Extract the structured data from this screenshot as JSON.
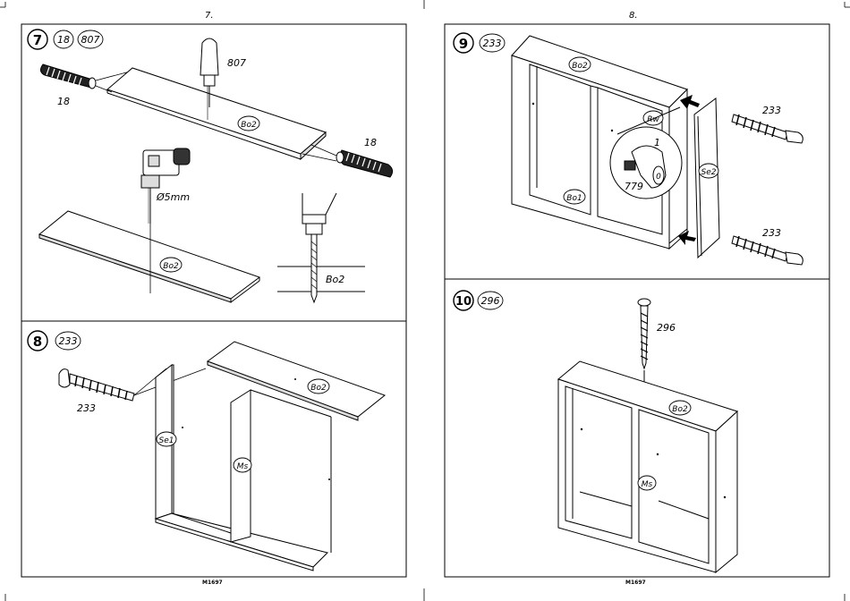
{
  "pages": [
    {
      "number": "7.",
      "footer": "M1697"
    },
    {
      "number": "8.",
      "footer": "M1697"
    }
  ],
  "steps": [
    {
      "step": "7",
      "parts": [
        "18",
        "807"
      ]
    },
    {
      "step": "8",
      "parts": [
        "233"
      ]
    },
    {
      "step": "9",
      "parts": [
        "233"
      ]
    },
    {
      "step": "10",
      "parts": [
        "296"
      ]
    }
  ],
  "labels": {
    "s7": {
      "n807": "807",
      "n18a": "18",
      "n18b": "18",
      "bo2a": "Bo2",
      "bo2b": "Bo2",
      "bo2c": "Bo2",
      "drill": "Ø5mm"
    },
    "s8": {
      "n233": "233",
      "bo2": "Bo2",
      "se1": "Se1",
      "ms": "Ms"
    },
    "s9": {
      "bo2": "Bo2",
      "bo1": "Bo1",
      "rw": "Rw",
      "se2": "Se2",
      "n233a": "233",
      "n233b": "233",
      "n1": "1",
      "n779": "779",
      "n0": "0"
    },
    "s10": {
      "n296": "296",
      "bo2": "Bo2",
      "ms": "Ms"
    }
  }
}
